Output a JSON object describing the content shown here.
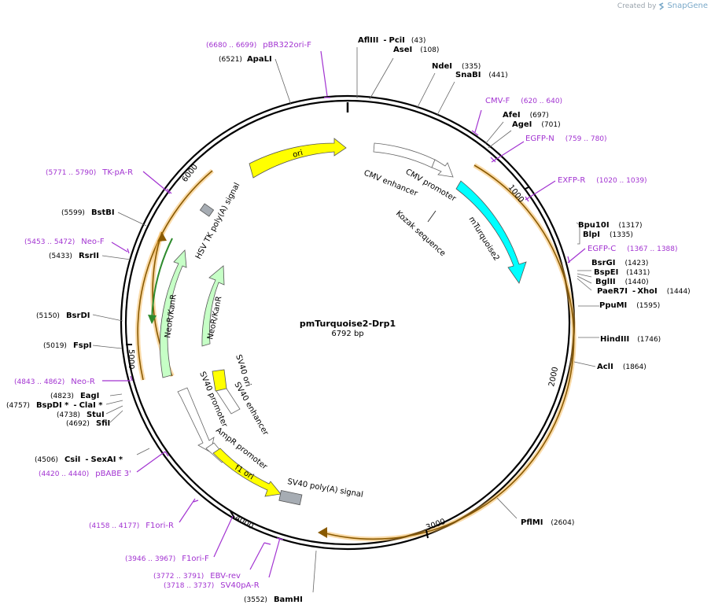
{
  "watermark": {
    "prefix": "Created by",
    "brand": "SnapGene"
  },
  "plasmid": {
    "name": "pmTurquoise2-Drp1",
    "size": "6792 bp"
  },
  "ticks": [
    "1000",
    "2000",
    "3000",
    "4000",
    "5000",
    "6000"
  ],
  "features": {
    "ori": "ori",
    "cmv_enhancer": "CMV enhancer",
    "cmv_promoter": "CMV promoter",
    "kozak": "Kozak sequence",
    "mturquoise2": "mTurquoise2",
    "hsv_tk": "HSV TK poly(A) signal",
    "neokanr_outer": "NeoR/KanR",
    "neokanr_inner": "NeoR/KanR",
    "sv40_ori": "SV40 ori",
    "sv40_promoter": "SV40 promoter",
    "sv40_enhancer": "SV40 enhancer",
    "ampr_promoter": "AmpR promoter",
    "f1_ori": "f1 ori",
    "sv40_polya": "SV40 poly(A) signal"
  },
  "sites": {
    "afliii": "AflIII",
    "dash1": "-",
    "pcii": "PciI",
    "pcii_pos": "(43)",
    "asei": "AseI",
    "asei_pos": "(108)",
    "ndei": "NdeI",
    "ndei_pos": "(335)",
    "snabi": "SnaBI",
    "snabi_pos": "(441)",
    "afei": "AfeI",
    "afei_pos": "(697)",
    "agei": "AgeI",
    "agei_pos": "(701)",
    "bpu10i": "Bpu10I",
    "bpu10i_pos": "(1317)",
    "blpi": "BlpI",
    "blpi_pos": "(1335)",
    "bsrgi": "BsrGI",
    "bsrgi_pos": "(1423)",
    "bspei": "BspEI",
    "bspei_pos": "(1431)",
    "bglii": "BglII",
    "bglii_pos": "(1440)",
    "paer7i": "PaeR7I",
    "dash2": "-",
    "xhoi": "XhoI",
    "xhoi_pos": "(1444)",
    "ppumi": "PpuMI",
    "ppumi_pos": "(1595)",
    "hindiii": "HindIII",
    "hindiii_pos": "(1746)",
    "acli": "AclI",
    "acli_pos": "(1864)",
    "pflmi": "PflMI",
    "pflmi_pos": "(2604)",
    "bamhi": "BamHI",
    "bamhi_pos": "(3552)",
    "csii": "CsiI",
    "dash3": "-",
    "sexai": "SexAI *",
    "csii_pos": "(4506)",
    "sfii": "SfiI",
    "sfii_pos": "(4692)",
    "stui": "StuI",
    "stui_pos": "(4738)",
    "bspdi": "BspDI *",
    "dash4": "-",
    "clai": "ClaI *",
    "bspdi_pos": "(4757)",
    "eagi": "EagI",
    "eagi_pos": "(4823)",
    "fspi": "FspI",
    "fspi_pos": "(5019)",
    "bsrdi": "BsrDI",
    "bsrdi_pos": "(5150)",
    "rsrii": "RsrII",
    "rsrii_pos": "(5433)",
    "bstbi": "BstBI",
    "bstbi_pos": "(5599)",
    "apali": "ApaLI",
    "apali_pos": "(6521)"
  },
  "primers": {
    "pbr322": "pBR322ori-F",
    "pbr322_pos": "(6680 .. 6699)",
    "cmvf": "CMV-F",
    "cmvf_pos": "(620 .. 640)",
    "egfpn": "EGFP-N",
    "egfpn_pos": "(759 .. 780)",
    "exfpr": "EXFP-R",
    "exfpr_pos": "(1020 .. 1039)",
    "egfpc": "EGFP-C",
    "egfpc_pos": "(1367 .. 1388)",
    "tkpar": "TK-pA-R",
    "tkpar_pos": "(5771 .. 5790)",
    "neof": "Neo-F",
    "neof_pos": "(5453 .. 5472)",
    "neor": "Neo-R",
    "neor_pos": "(4843 .. 4862)",
    "pbabe": "pBABE 3'",
    "pbabe_pos": "(4420 .. 4440)",
    "f1orir": "F1ori-R",
    "f1orir_pos": "(4158 .. 4177)",
    "f1orif": "F1ori-F",
    "f1orif_pos": "(3946 .. 3967)",
    "ebvrev": "EBV-rev",
    "ebvrev_pos": "(3772 .. 3791)",
    "sv40par": "SV40pA-R",
    "sv40par_pos": "(3718 .. 3737)"
  },
  "colors": {
    "ori": "#ffff00",
    "mturquoise2": "#00ffff",
    "neokanr": "#c6ffc6",
    "orf": "#f5b041",
    "primer": "#a233d1",
    "polya": "#a6acb3"
  }
}
